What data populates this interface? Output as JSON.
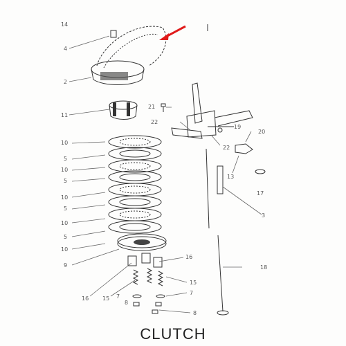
{
  "caption": "CLUTCH",
  "arrow_color": "#e01b1b",
  "labels": {
    "l14": "14",
    "l4": "4",
    "l2": "2",
    "l11": "11",
    "l10a": "10",
    "l5a": "5",
    "l10b": "10",
    "l5b": "5",
    "l10c": "10",
    "l5c": "5",
    "l10d": "10",
    "l5d": "5",
    "l10e": "10",
    "l9": "9",
    "l16a": "16",
    "l15a": "15",
    "l7a": "7",
    "l8a": "8",
    "l16b": "16",
    "l15b": "15",
    "l7b": "7",
    "l8b": "8",
    "l21": "21",
    "l22a": "22",
    "l19": "19",
    "l20": "20",
    "l22b": "22",
    "l13": "13",
    "l17": "17",
    "l3": "3",
    "l18": "18"
  }
}
